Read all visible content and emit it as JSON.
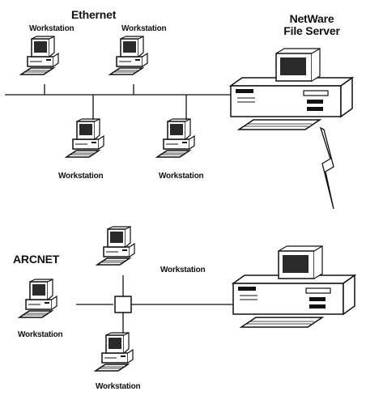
{
  "labels": {
    "ethernet": "Ethernet",
    "arcnet": "ARCNET",
    "netware_line1": "NetWare",
    "netware_line2": "File Server",
    "workstation": "Workstation"
  },
  "colors": {
    "ink": "#111111",
    "screen": "#2a2a2a",
    "paper": "#ffffff"
  }
}
